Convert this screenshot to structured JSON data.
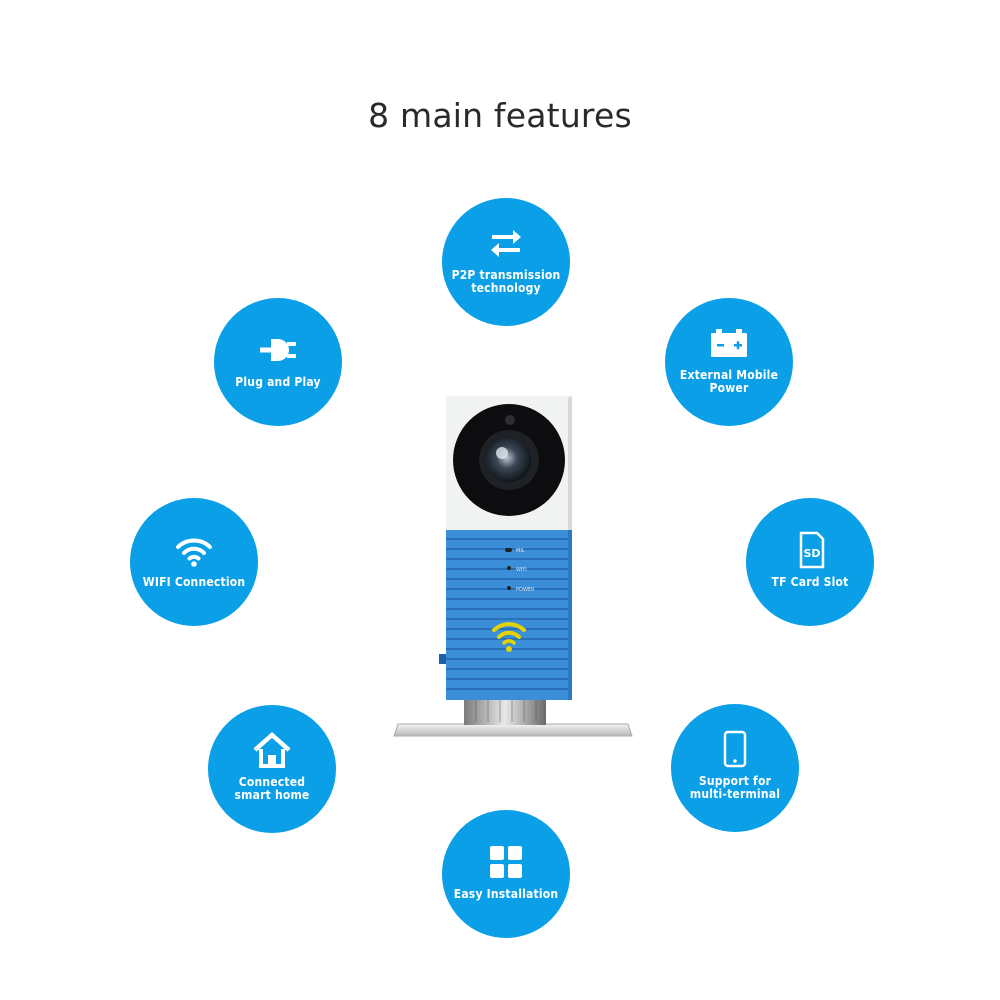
{
  "colors": {
    "accent": "#0a9fe6",
    "camera_body": "#3a8fd8",
    "wifi_logo": "#e6d400"
  },
  "title": "8 main features",
  "features": [
    {
      "label": "P2P transmission\ntechnology",
      "icon": "swap-arrows-icon"
    },
    {
      "label": "Plug and Play",
      "icon": "power-plug-icon"
    },
    {
      "label": "External Mobile\nPower",
      "icon": "battery-icon"
    },
    {
      "label": "WIFI Connection",
      "icon": "wifi-icon"
    },
    {
      "label": "TF Card Slot",
      "icon": "sd-card-icon"
    },
    {
      "label": "Connected\nsmart home",
      "icon": "home-icon"
    },
    {
      "label": "Support for\nmulti-terminal",
      "icon": "phone-icon"
    },
    {
      "label": "Easy Installation",
      "icon": "grid-icon"
    }
  ],
  "camera": {
    "sd_label": "SD",
    "indicators": [
      "MIL",
      "WIFI",
      "POWER"
    ]
  }
}
